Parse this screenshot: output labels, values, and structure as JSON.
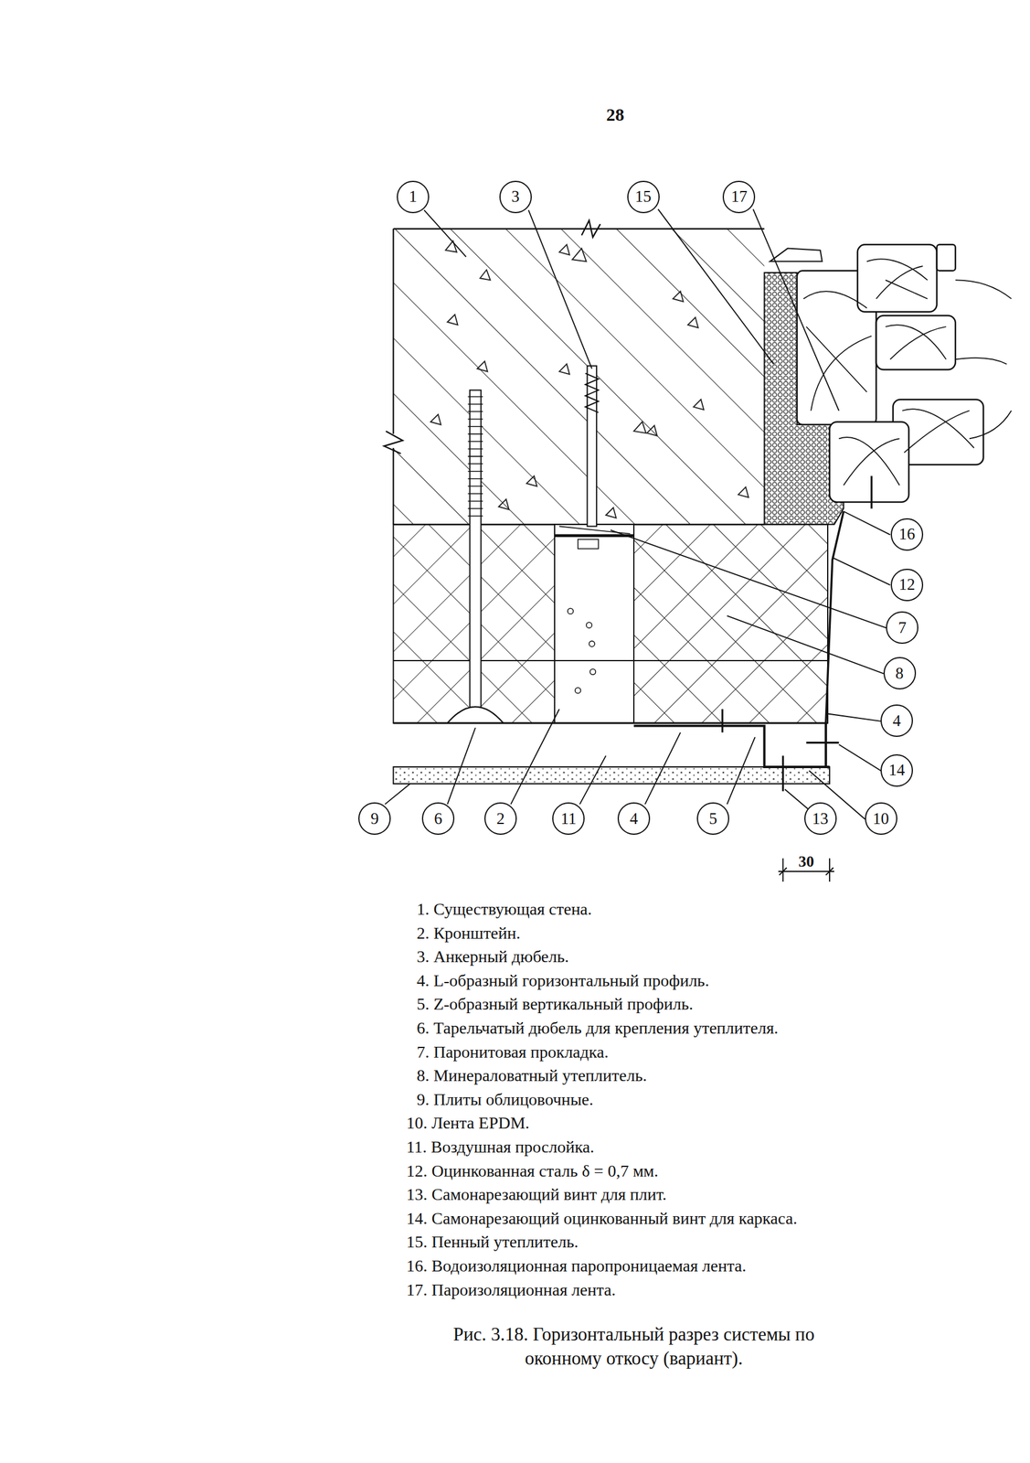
{
  "diagram": {
    "caption": "Рис. 3.18. Горизонтальный разрез системы по оконному откосу (вариант).",
    "nodes": [
      {
        "text": [
          "1"
        ]
      },
      {
        "text": [
          "3"
        ]
      },
      {
        "text": [
          "15"
        ]
      },
      {
        "text": [
          "17"
        ]
      },
      {
        "text": [
          "16"
        ]
      },
      {
        "text": [
          "12"
        ]
      },
      {
        "text": [
          "7"
        ]
      },
      {
        "text": [
          "8"
        ]
      },
      {
        "text": [
          "4"
        ]
      },
      {
        "text": [
          "14"
        ]
      },
      {
        "text": [
          "10"
        ]
      },
      {
        "text": [
          "9"
        ]
      },
      {
        "text": [
          "6"
        ]
      },
      {
        "text": [
          "2"
        ]
      },
      {
        "text": [
          "11"
        ]
      },
      {
        "text": [
          "4"
        ]
      },
      {
        "text": [
          "5"
        ]
      },
      {
        "text": [
          "13"
        ]
      }
    ],
    "labels": [
      "28",
      "30",
      "1. Существующая стена.",
      "2. Кронштейн.",
      "3. Анкерный дюбель.",
      "4. L-образный горизонтальный профиль.",
      "5. Z-образный вертикальный профиль.",
      "6. Тарельчатый дюбель для крепления утеплителя.",
      "7. Паронитовая прокладка.",
      "8. Минераловатный утеплитель.",
      "9. Плиты облицовочные.",
      "10. Лента EPDM.",
      "11. Воздушная прослойка.",
      "12. Оцинкованная сталь δ = 0,7 мм.",
      "13. Самонарезающий винт для плит.",
      "14. Самонарезающий оцинкованный винт для каркаса.",
      "15. Пенный утеплитель.",
      "16. Водоизоляционная паропроницаемая лента.",
      "17. Пароизоляционная лента."
    ]
  }
}
